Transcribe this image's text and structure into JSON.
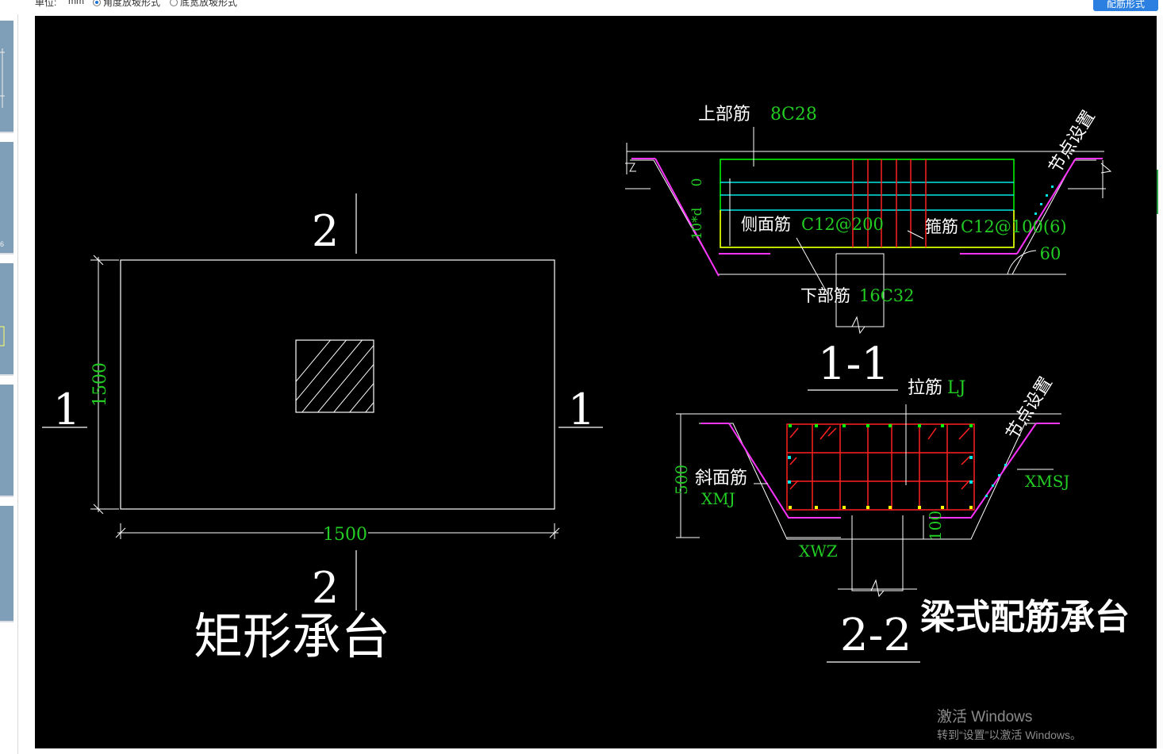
{
  "toolbar": {
    "unit_label": "单位:",
    "unit_value": "mm",
    "option_a": "角度放坡形式",
    "option_b": "底宽放坡形式",
    "selected": "option_a",
    "config_button": "配筋形式"
  },
  "sidebar": {
    "thumb_marks": [
      "6"
    ]
  },
  "drawing": {
    "plan": {
      "section_1_left": "1",
      "section_1_right": "1",
      "section_2_top": "2",
      "section_2_bottom": "2",
      "dim_height": "1500",
      "dim_width": "1500",
      "title": "矩形承台"
    },
    "section_1_1": {
      "top_rebar_label": "上部筋",
      "top_rebar_value": "8C28",
      "side_rebar_label": "侧面筋",
      "side_rebar_value": "C12@200",
      "stirrup_label": "箍筋",
      "stirrup_value": "C12@100(6)",
      "bottom_rebar_label": "下部筋",
      "bottom_rebar_value": "16C32",
      "dim_zero": "0",
      "dim_10d": "10*d",
      "angle": "60",
      "node_setting": "节点设置",
      "title": "1-1"
    },
    "section_2_2": {
      "tie_label": "拉筋",
      "tie_value": "LJ",
      "slope_label": "斜面筋",
      "slope_value": "XMJ",
      "xmsj": "XMSJ",
      "xwz": "XWZ",
      "dim_500": "500",
      "dim_100": "100",
      "node_setting": "节点设置",
      "title": "2-2",
      "caption": "梁式配筋承台"
    }
  },
  "watermark": {
    "line1": "激活 Windows",
    "line2": "转到“设置”以激活 Windows。"
  },
  "colors": {
    "canvas": "#000000",
    "line_white": "#ffffff",
    "dim_green": "#22cc22",
    "rebar_green": "#00ff00",
    "rebar_cyan": "#00e5e5",
    "rebar_red": "#ff2020",
    "rebar_yellow": "#ffff00",
    "slope_magenta": "#ff33ff",
    "accent_blue": "#2b7fe0"
  }
}
